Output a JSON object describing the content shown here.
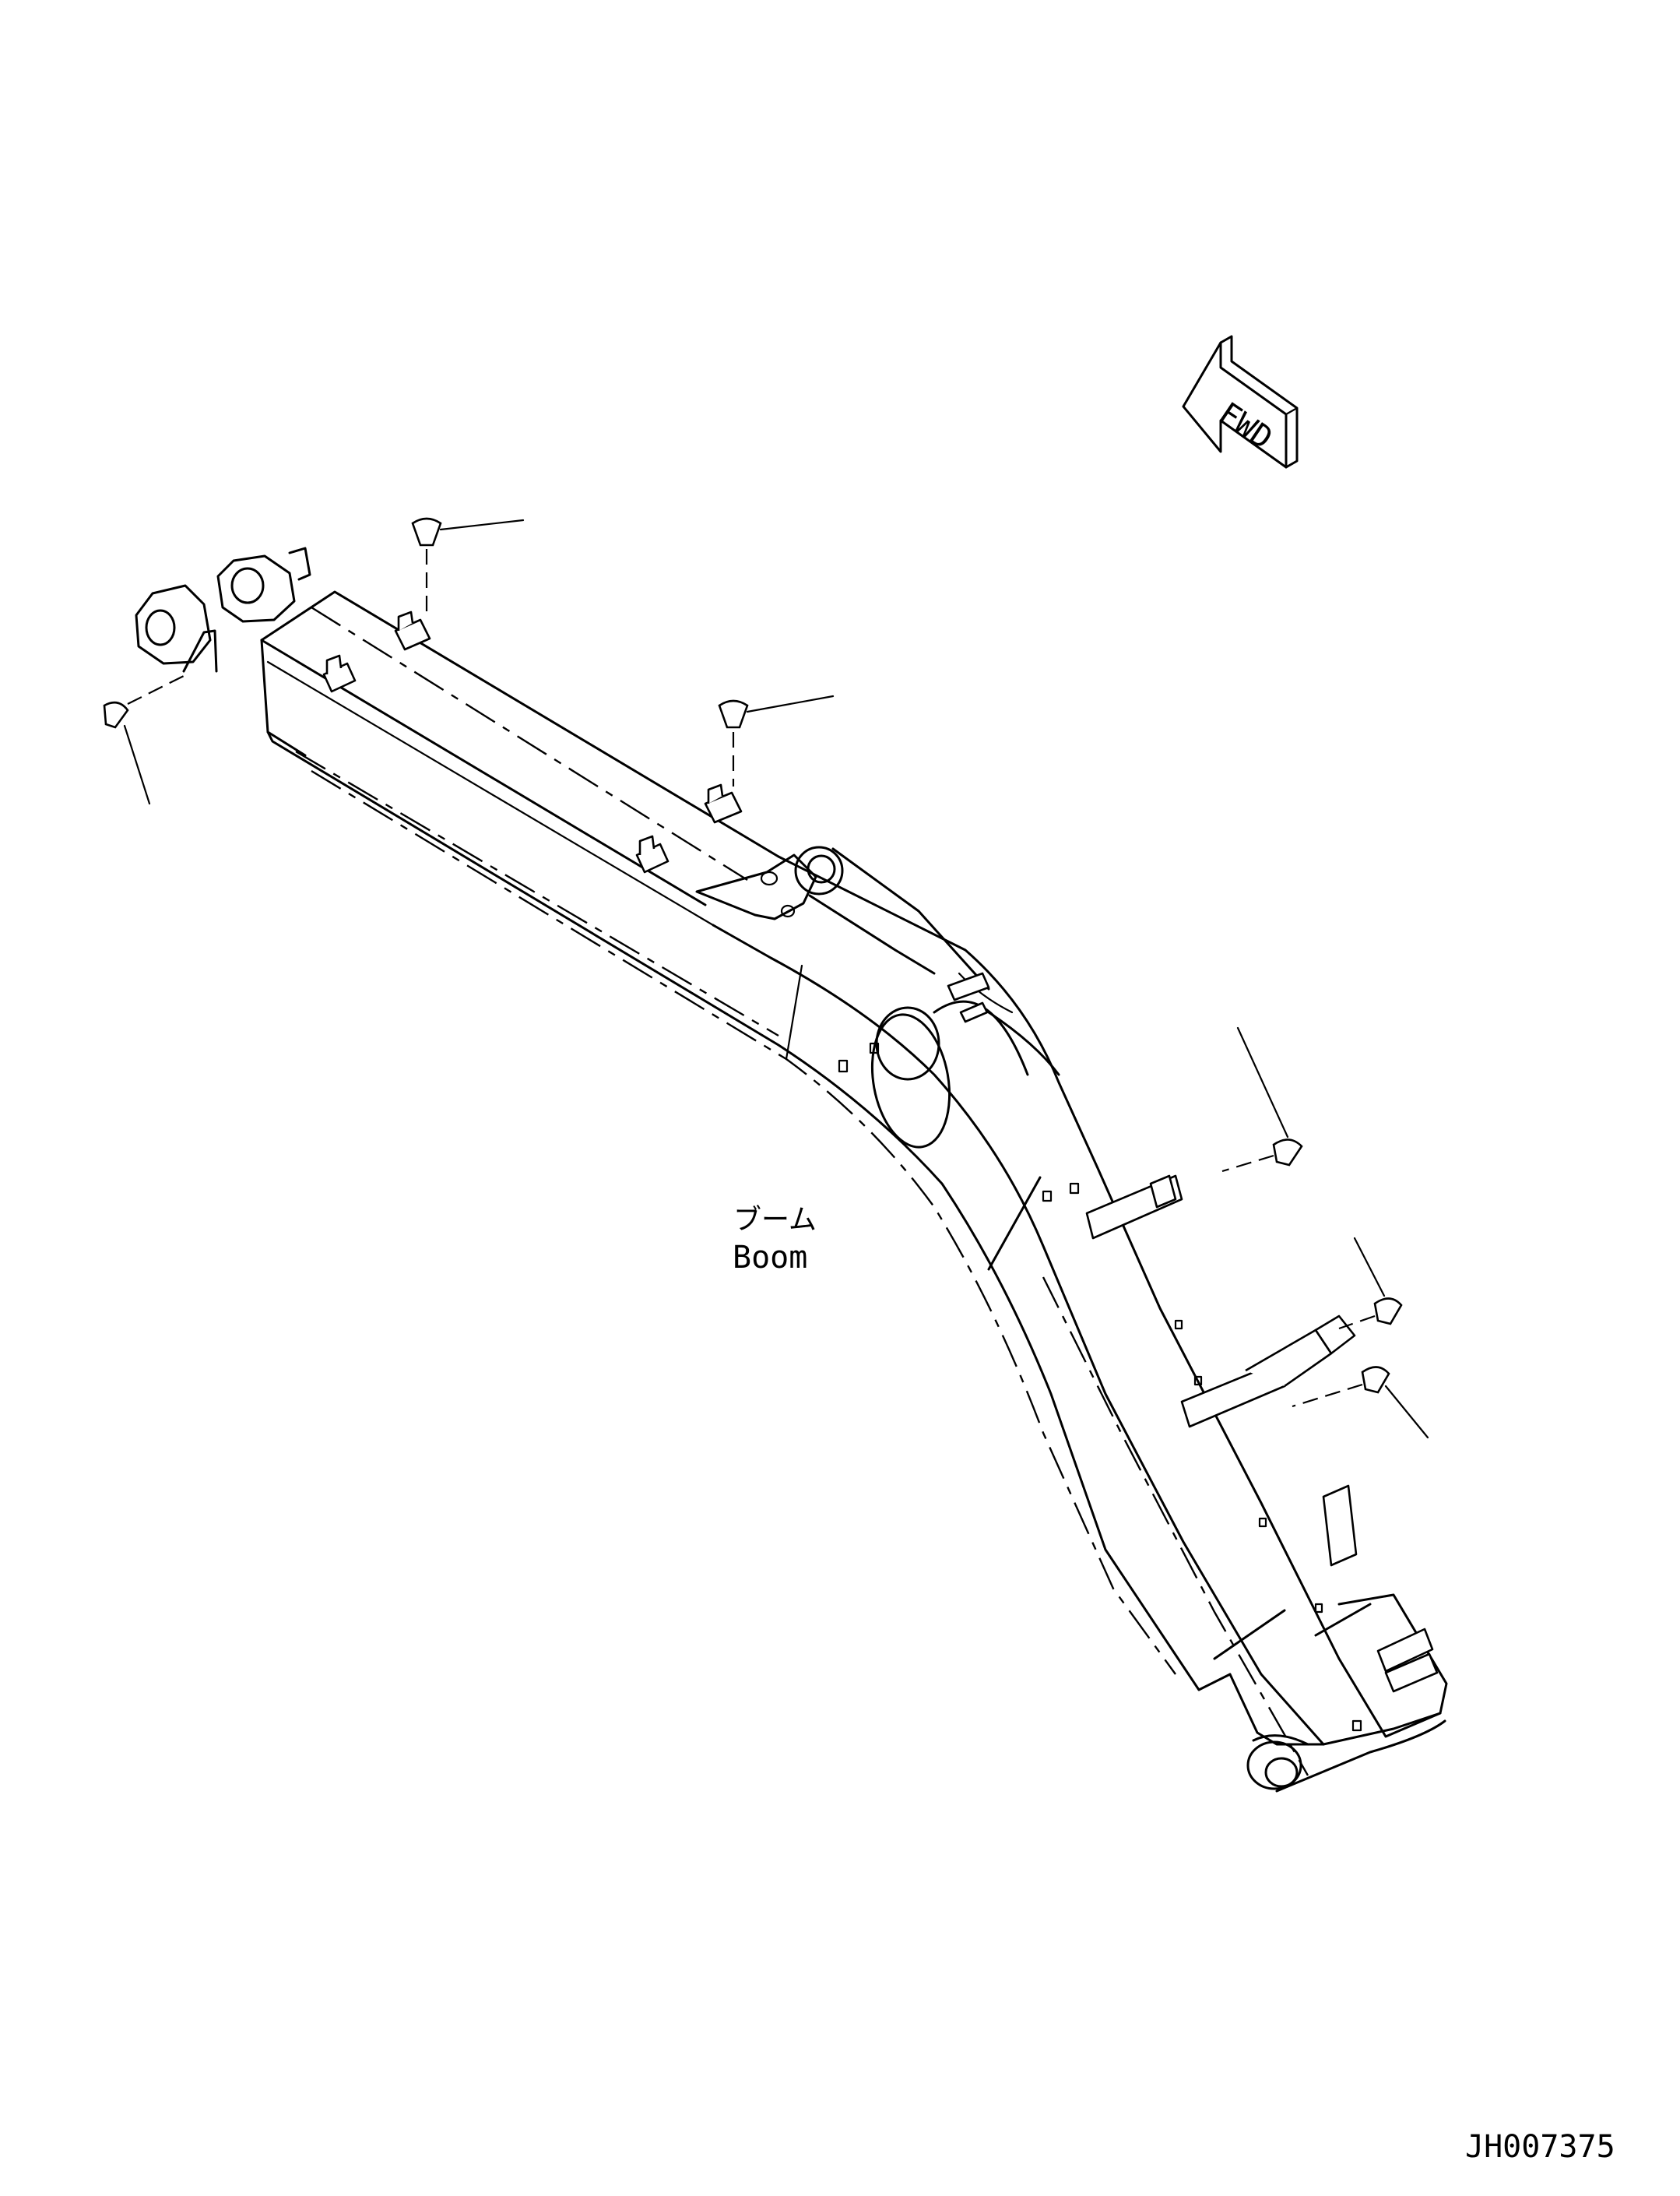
{
  "labels": {
    "boom_jp": "ブーム",
    "boom_en": "Boom",
    "fwd": "FWD",
    "drawing_code": "JH007375"
  },
  "icons": {
    "fwd_arrow": "fwd-direction-arrow-icon",
    "grease_cap": "grease-fitting-cap-icon"
  },
  "colors": {
    "line": "#000000",
    "background": "#ffffff"
  }
}
